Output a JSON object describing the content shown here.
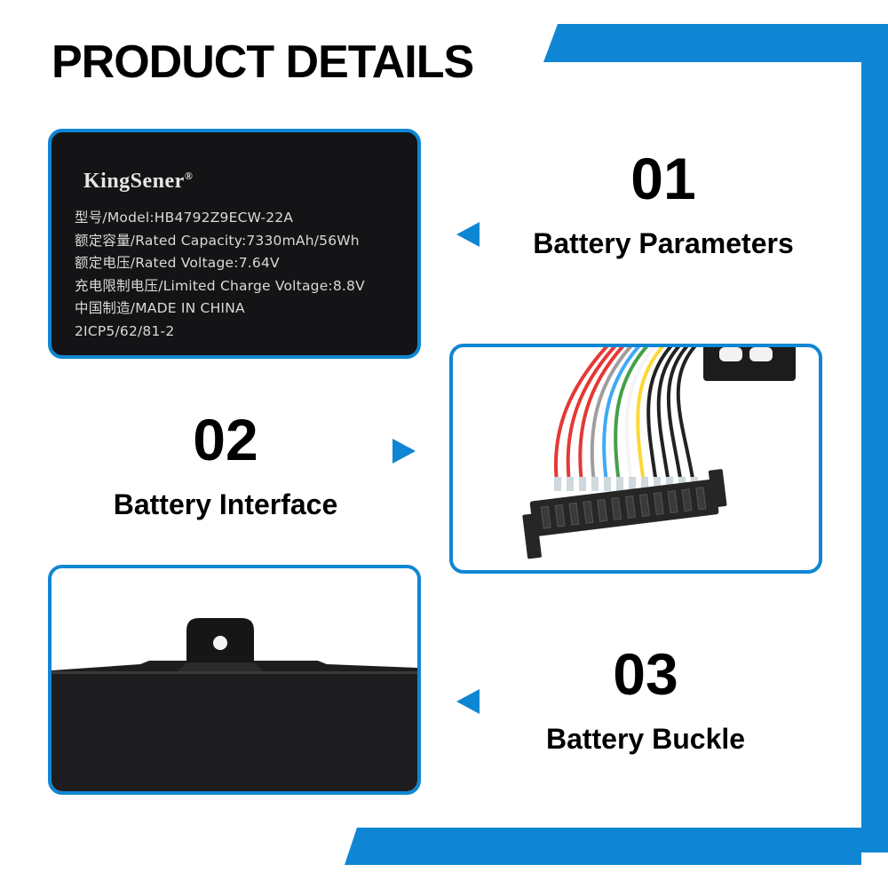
{
  "page": {
    "title": "PRODUCT DETAILS",
    "accent_color": "#0f86d3"
  },
  "label_panel": {
    "brand": "KingSener",
    "brand_mark": "®",
    "lines": [
      "型号/Model:HB4792Z9ECW-22A",
      "额定容量/Rated Capacity:7330mAh/56Wh",
      "额定电压/Rated Voltage:7.64V",
      "充电限制电压/Limited Charge Voltage:8.8V",
      "中国制造/MADE IN CHINA",
      "2ICP5/62/81-2"
    ]
  },
  "features": [
    {
      "number": "01",
      "name": "Battery Parameters",
      "arrow": "left-triangle-icon"
    },
    {
      "number": "02",
      "name": "Battery Interface",
      "arrow": "right-triangle-icon"
    },
    {
      "number": "03",
      "name": "Battery Buckle",
      "arrow": "left-triangle-icon"
    }
  ],
  "connector_wire_colors": [
    "#e53935",
    "#e53935",
    "#e53935",
    "#9e9e9e",
    "#3fa9f5",
    "#43a047",
    "#f5f5f5",
    "#fdd835",
    "#222222",
    "#222222",
    "#222222",
    "#222222"
  ]
}
